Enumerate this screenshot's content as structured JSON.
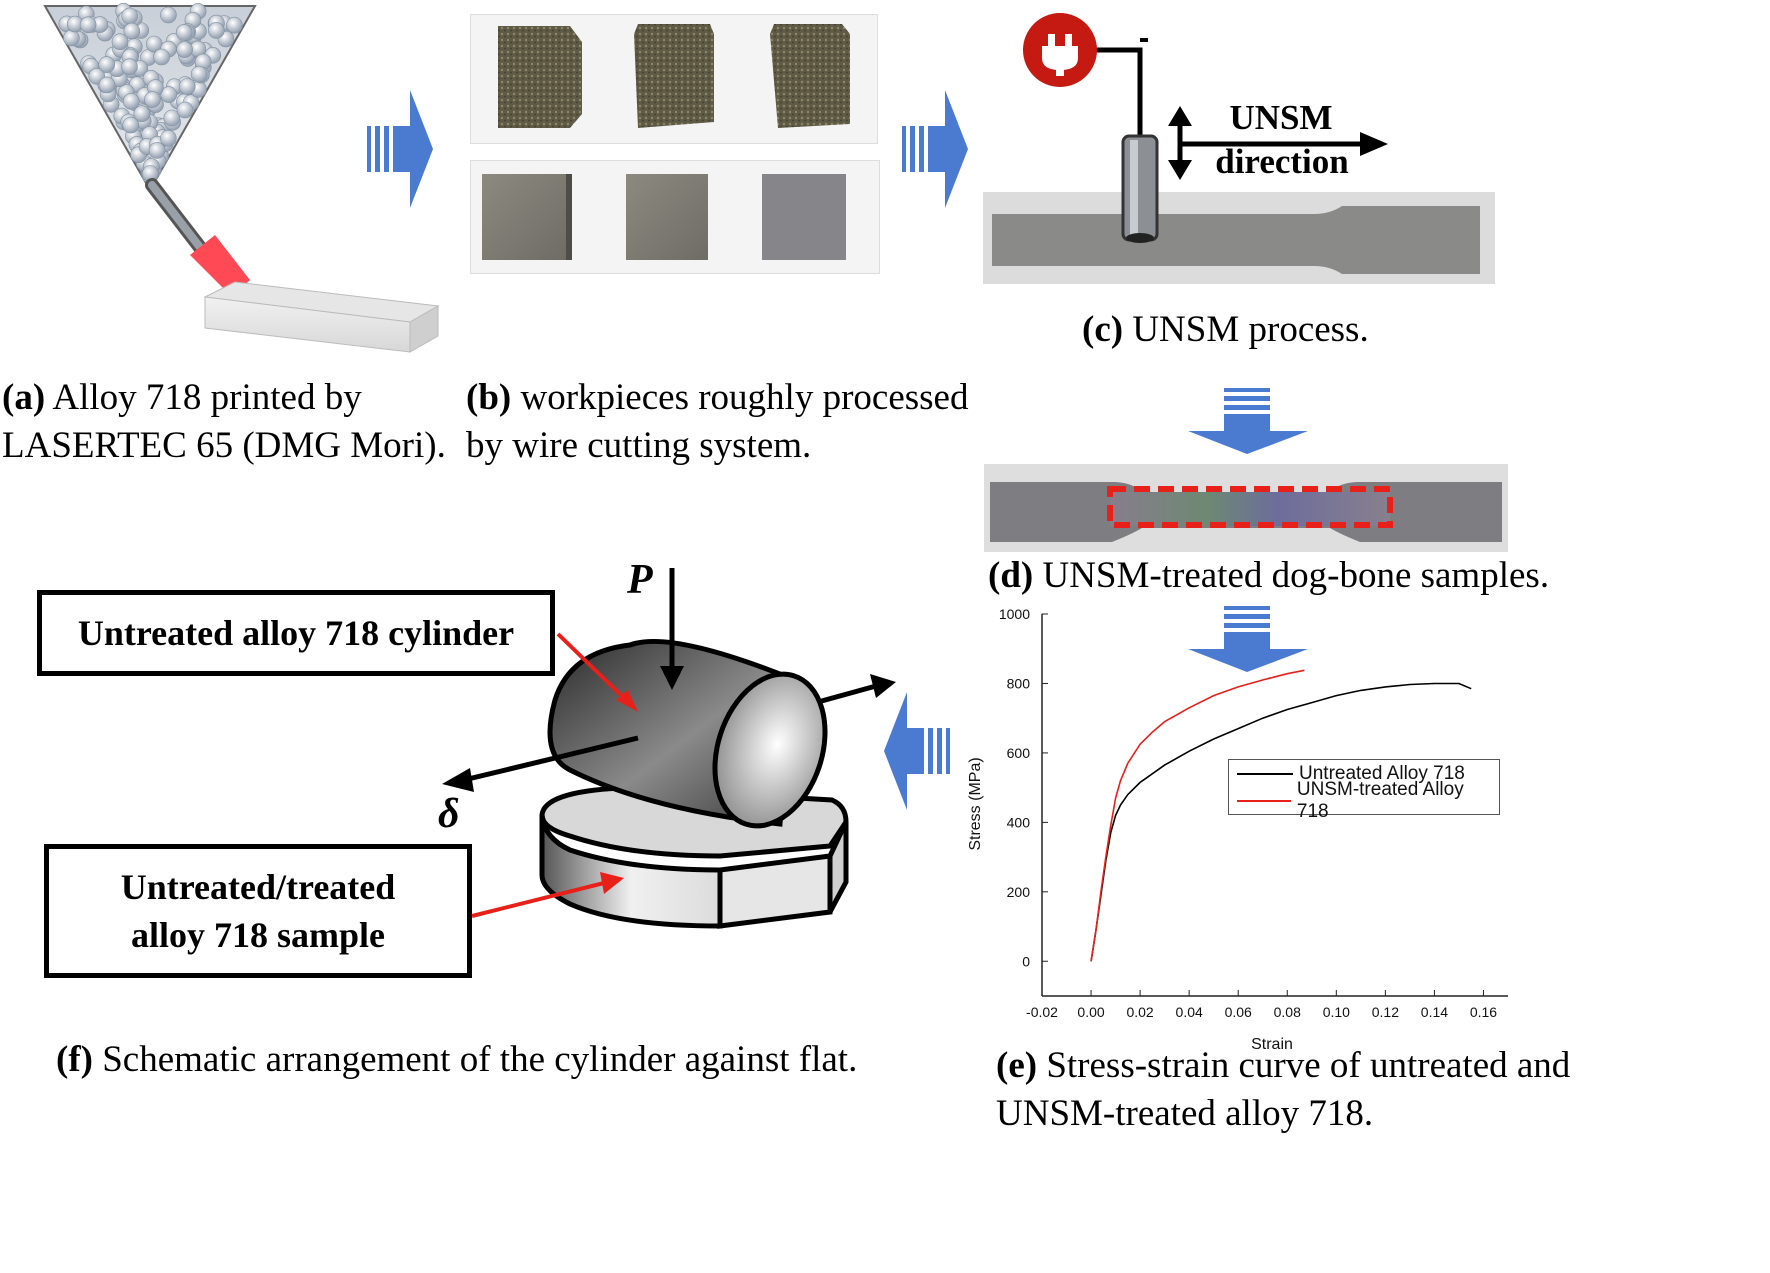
{
  "panels": {
    "a": {
      "letter": "(a)",
      "line1": " Alloy 718 printed by",
      "line2": "LASERTEC 65 (DMG Mori)."
    },
    "b": {
      "letter": "(b)",
      "line1": " workpieces roughly processed",
      "line2": "by wire cutting system."
    },
    "c": {
      "letter": "(c)",
      "text": " UNSM process.",
      "unsm_label_1": "UNSM",
      "unsm_label_2": "direction"
    },
    "d": {
      "letter": "(d)",
      "text": " UNSM-treated dog-bone samples."
    },
    "e": {
      "letter": "(e)",
      "line1": " Stress-strain curve of untreated and",
      "line2": "UNSM-treated alloy 718."
    },
    "f": {
      "letter": "(f)",
      "text": " Schematic arrangement of the cylinder against flat.",
      "box1": "Untreated alloy 718 cylinder",
      "box2_line1": "Untreated/treated",
      "box2_line2": "alloy 718  sample",
      "load_symbol": "P",
      "disp_symbol": "δ"
    }
  },
  "colors": {
    "arrow_blue": "#4a7bd0",
    "highlight_red": "#e8201a",
    "plug_red": "#c41a12"
  },
  "icons": [
    "powder-hopper-icon",
    "laser-nozzle-icon",
    "plug-icon",
    "flow-arrow-icon"
  ],
  "chart_data": {
    "type": "line",
    "xlabel": "Strain",
    "ylabel": "Stress (MPa)",
    "xlim": [
      -0.02,
      0.17
    ],
    "ylim": [
      -100,
      1000
    ],
    "xticks": [
      "-0.02",
      "0.00",
      "0.02",
      "0.04",
      "0.06",
      "0.08",
      "0.10",
      "0.12",
      "0.14",
      "0.16"
    ],
    "yticks": [
      "0",
      "200",
      "400",
      "600",
      "800",
      "1000"
    ],
    "legend_position": "center-right",
    "grid": false,
    "series": [
      {
        "name": "Untreated Alloy 718",
        "color": "#000000",
        "x": [
          0.0,
          0.002,
          0.004,
          0.006,
          0.008,
          0.01,
          0.012,
          0.015,
          0.02,
          0.03,
          0.04,
          0.05,
          0.06,
          0.07,
          0.08,
          0.09,
          0.1,
          0.11,
          0.12,
          0.13,
          0.14,
          0.15,
          0.155
        ],
        "y": [
          0,
          90,
          190,
          290,
          370,
          420,
          450,
          480,
          515,
          565,
          605,
          640,
          670,
          700,
          725,
          745,
          765,
          780,
          790,
          797,
          800,
          800,
          785
        ]
      },
      {
        "name": "UNSM-treated Alloy 718",
        "color": "#e8201a",
        "x": [
          0.0,
          0.002,
          0.004,
          0.006,
          0.008,
          0.01,
          0.012,
          0.015,
          0.02,
          0.025,
          0.03,
          0.04,
          0.05,
          0.06,
          0.07,
          0.08,
          0.087
        ],
        "y": [
          0,
          90,
          200,
          300,
          390,
          470,
          520,
          570,
          625,
          660,
          690,
          730,
          765,
          790,
          810,
          828,
          838
        ]
      }
    ]
  }
}
